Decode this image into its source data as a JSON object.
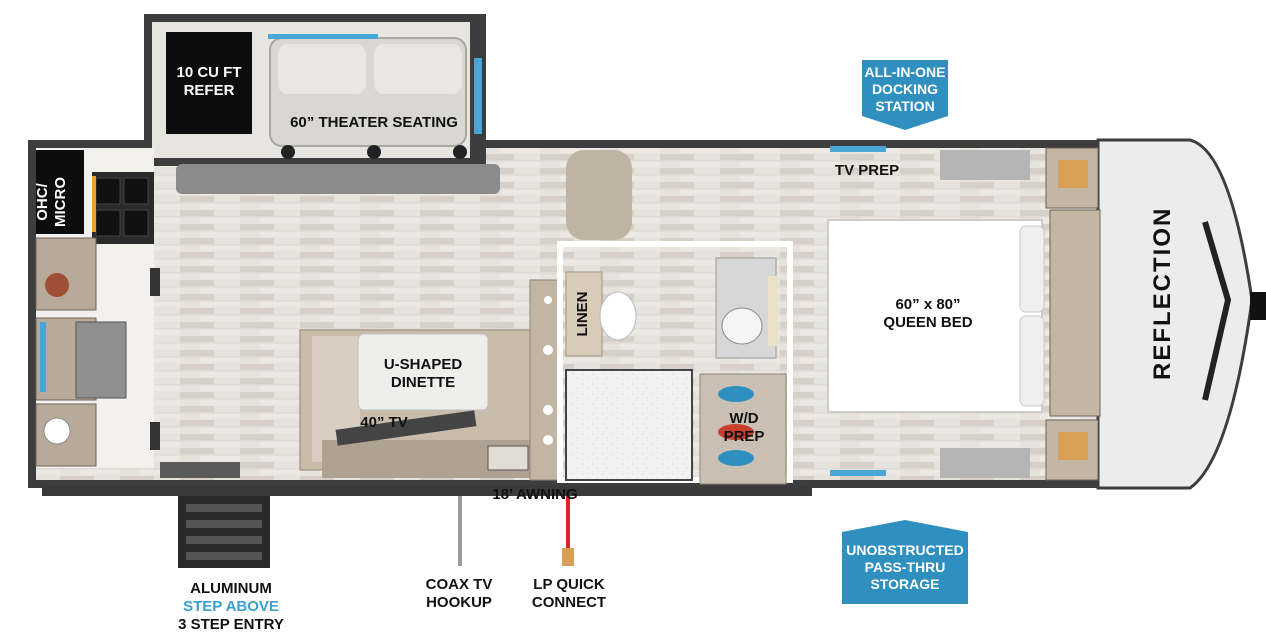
{
  "labels": {
    "refer": [
      "10 CU FT",
      "REFER"
    ],
    "theater_seating": "60” THEATER SEATING",
    "ohc_micro": [
      "OHC/",
      "MICRO"
    ],
    "docking_station": [
      "ALL-IN-ONE",
      "DOCKING",
      "STATION"
    ],
    "tv_prep": "TV PREP",
    "queen_bed": [
      "60” x 80”",
      "QUEEN BED"
    ],
    "linen": "LINEN",
    "dinette": [
      "U-SHAPED",
      "DINETTE"
    ],
    "tv40": "40” TV",
    "wd_prep": [
      "W/D",
      "PREP"
    ],
    "awning": "18’ AWNING",
    "coax": [
      "COAX TV",
      "HOOKUP"
    ],
    "lp": [
      "LP QUICK",
      "CONNECT"
    ],
    "step_line1": "ALUMINUM",
    "step_line2": "STEP ABOVE",
    "step_line3": "3 STEP ENTRY",
    "storage": [
      "UNOBSTRUCTED",
      "PASS-THRU",
      "STORAGE"
    ],
    "brand": "REFLECTION"
  },
  "colors": {
    "badge_blue": "#2f8fbf",
    "accent_blue": "#3aa0cf",
    "lp_red": "#d9262b",
    "wall_dark": "#4a4a4a"
  }
}
